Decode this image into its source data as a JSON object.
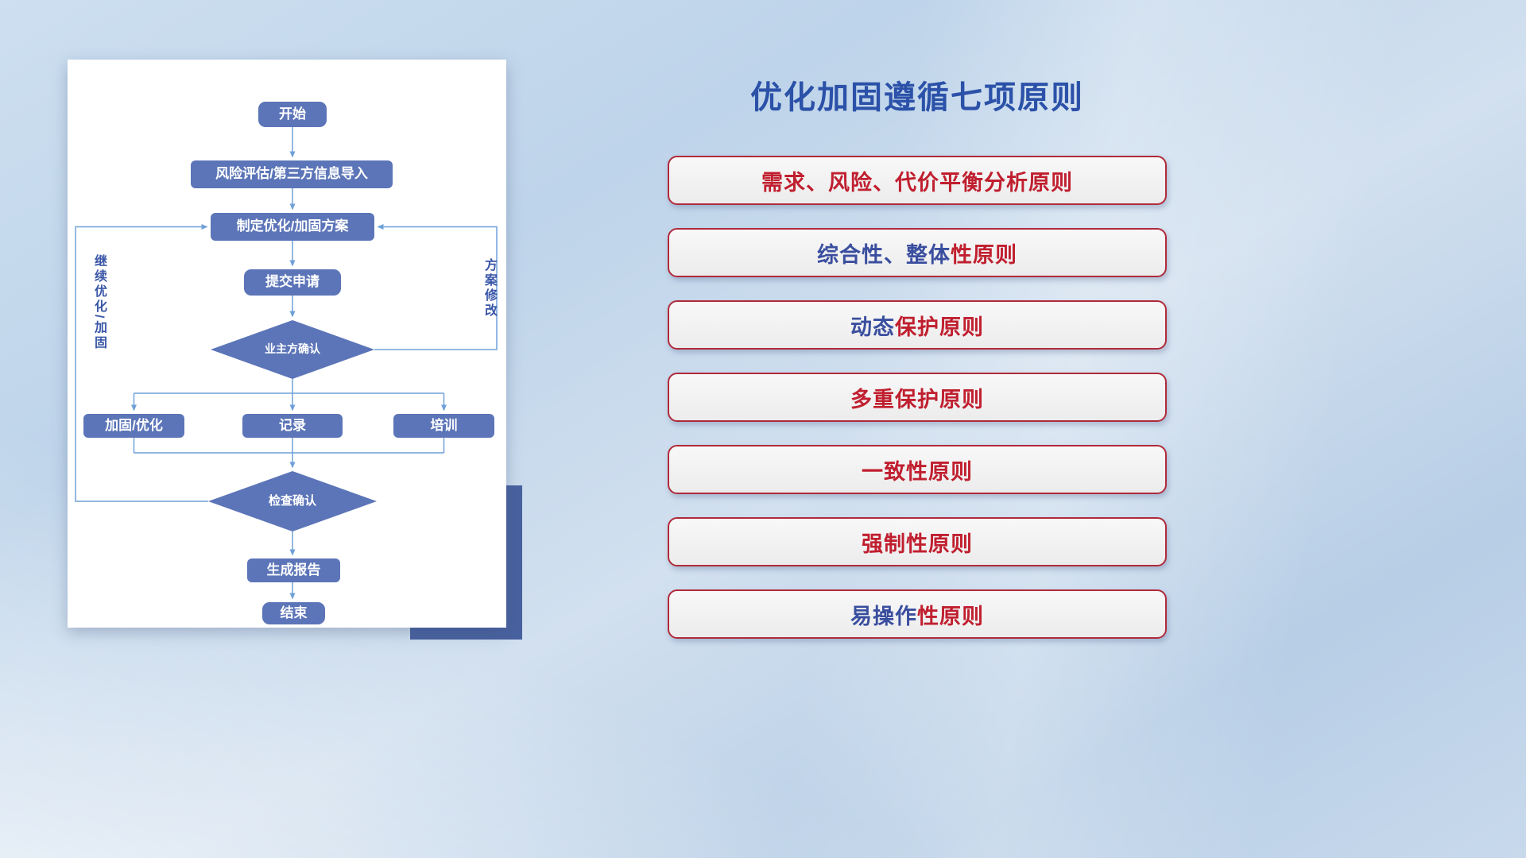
{
  "title": "优化加固遵循七项原则",
  "flowchart": {
    "nodes": {
      "start": "开始",
      "risk_import": "风险评估/第三方信息导入",
      "make_plan": "制定优化/加固方案",
      "submit": "提交申请",
      "owner_confirm": "业主方确认",
      "reinforce": "加固/优化",
      "record": "记录",
      "training": "培训",
      "check_confirm": "检查确认",
      "report": "生成报告",
      "end": "结束"
    },
    "labels": {
      "loop_left": "继续优化/加固",
      "loop_right": "方案修改"
    }
  },
  "principles": [
    {
      "blue": "",
      "red": "需求、风险、代价平衡分析原则"
    },
    {
      "blue": "综合性、整体",
      "red": "性原则"
    },
    {
      "blue": "动态",
      "red": "保护原则"
    },
    {
      "blue": "",
      "red": "多重保护原则"
    },
    {
      "blue": "",
      "red": "一致性原则"
    },
    {
      "blue": "",
      "red": "强制性原则"
    },
    {
      "blue": "易操作",
      "red": "性原则"
    }
  ],
  "colors": {
    "node_fill": "#5c75b8",
    "connector": "#6fa0d8",
    "title_blue": "#2b51a8",
    "principle_red": "#c01f2f",
    "principle_blue": "#3a4e9f",
    "principle_border": "#b02a3a"
  }
}
